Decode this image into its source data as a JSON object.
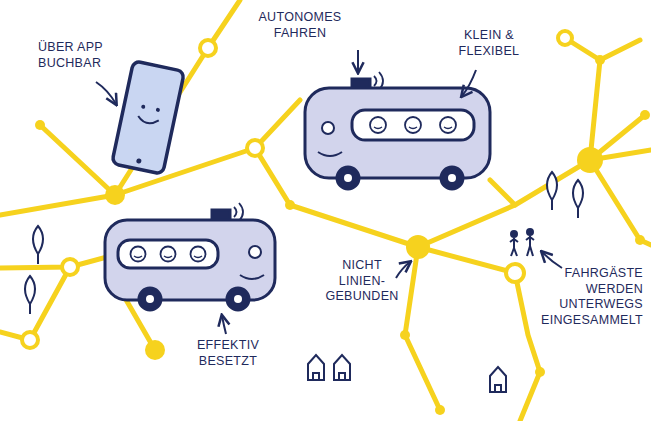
{
  "diagram": {
    "labels": [
      "ÜBER APP BUCHBAR",
      "AUTONOMES FAHREN",
      "KLEIN & FLEXIBEL",
      "NICHT LINIEN- GEBUNDEN",
      "FAHRGÄSTE WERDEN UNTERWEGS EINGESAMMELT",
      "EFFEKTIV BESETZT"
    ]
  }
}
